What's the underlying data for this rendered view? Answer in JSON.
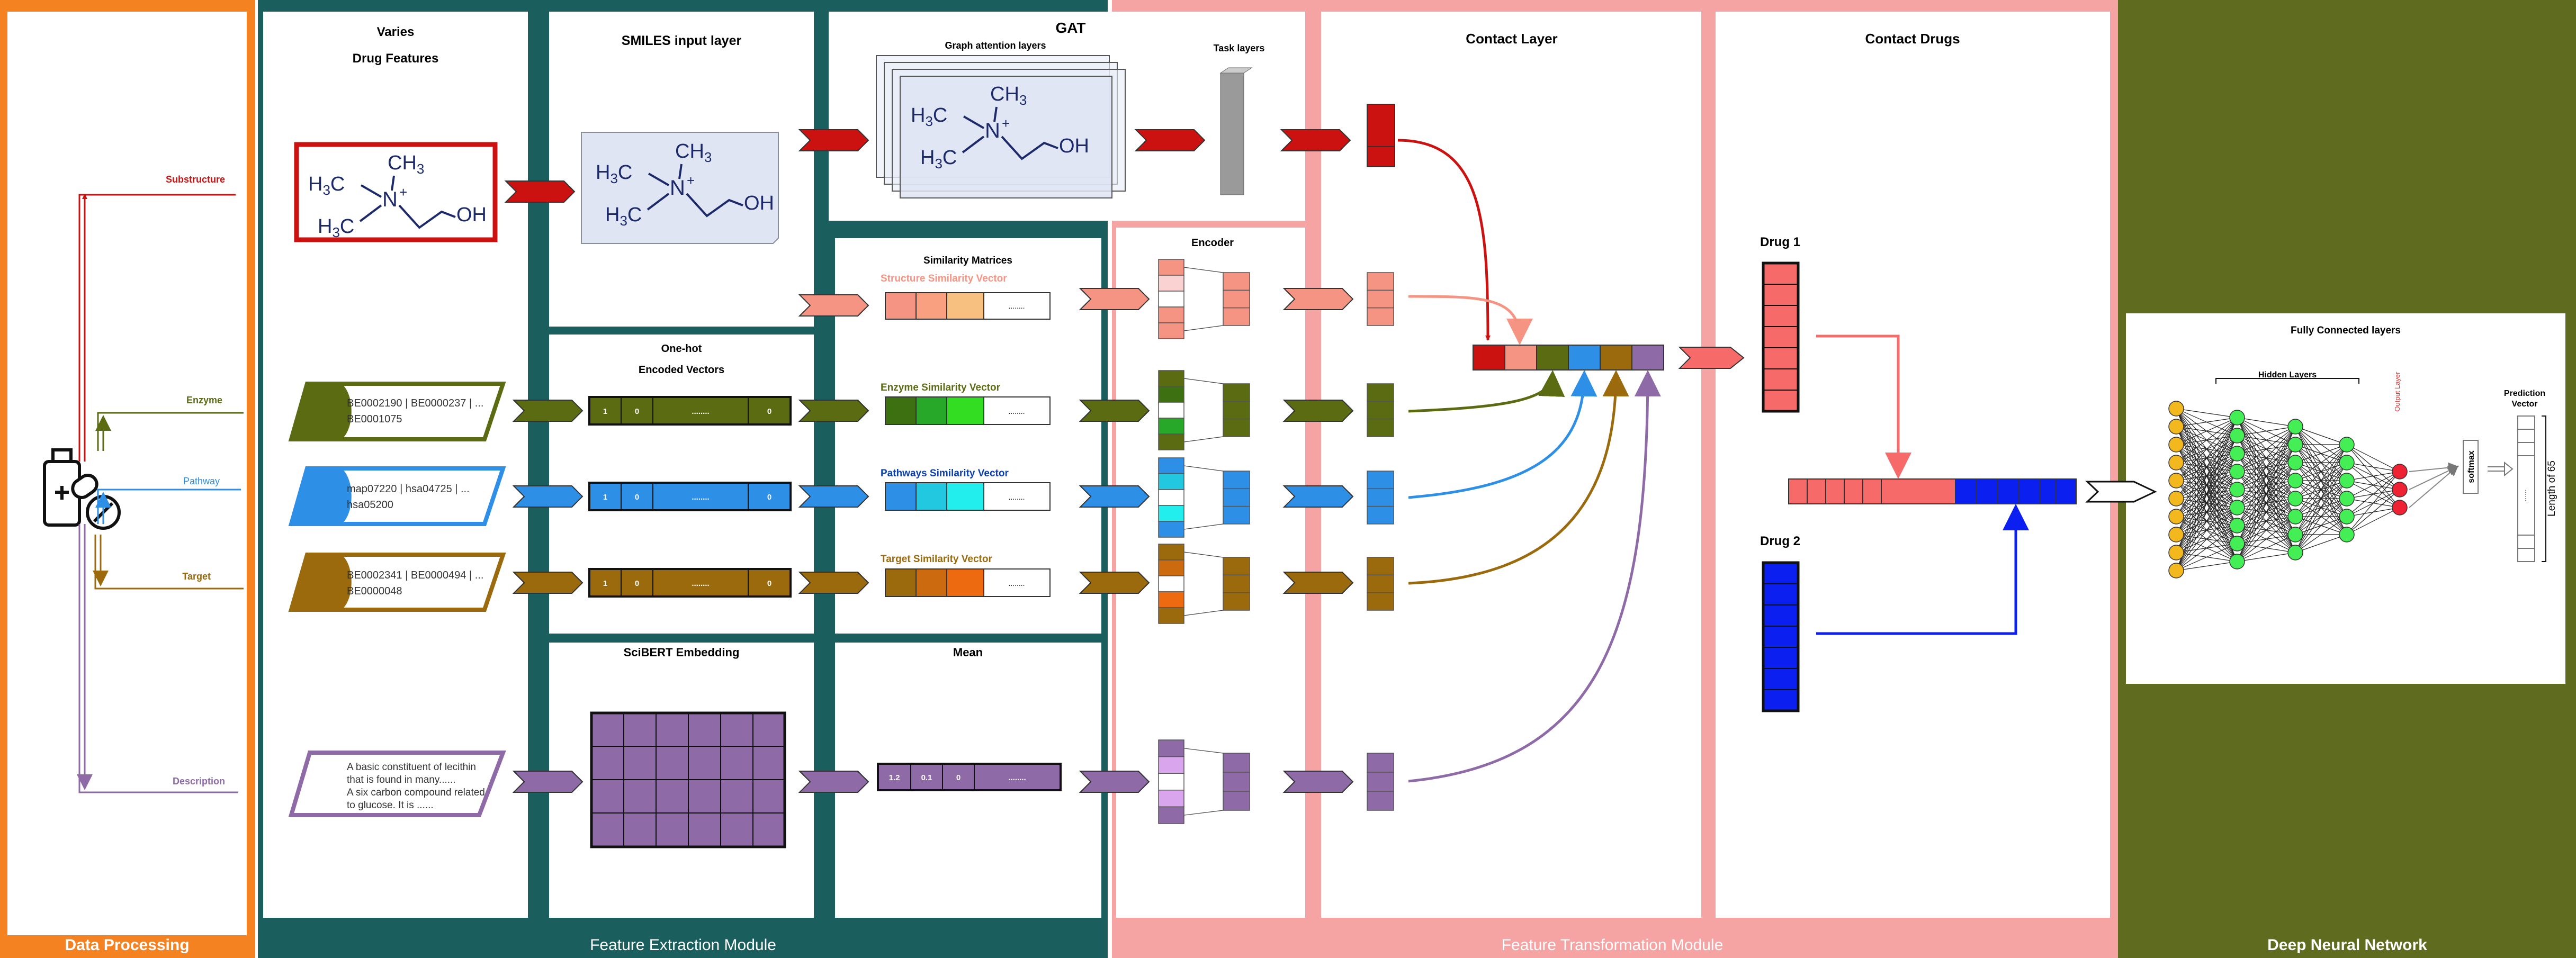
{
  "modules": {
    "data_processing": "Data Processing",
    "feature_extraction": "Feature Extraction Module",
    "feature_transformation": "Feature Transformation Module",
    "dnn": "Deep Neural Network"
  },
  "data_processing": {
    "branches": [
      "Substructure",
      "Enzyme",
      "Pathway",
      "Target",
      "Description"
    ]
  },
  "varies": {
    "title_line1": "Varies",
    "title_line2": "Drug Features",
    "enzyme_ids": [
      "BE0002190 | BE0000237 | ...",
      "BE0001075"
    ],
    "pathway_ids": [
      "map07220 | hsa04725 | ...",
      "hsa05200"
    ],
    "target_ids": [
      "BE0002341 | BE0000494 | ...",
      "BE0000048"
    ],
    "description": [
      "A basic constituent of lecithin",
      "that is found in many......",
      "A six carbon compound related",
      "to glucose. It is ......"
    ]
  },
  "smiles": {
    "title": "SMILES input layer"
  },
  "onehot": {
    "title_line1": "One-hot",
    "title_line2": "Encoded Vectors",
    "cells": [
      "1",
      "0",
      "........",
      "0"
    ]
  },
  "scibert": {
    "title": "SciBERT Embedding"
  },
  "gat": {
    "title": "GAT",
    "graph_label": "Graph attention layers",
    "task_label": "Task layers"
  },
  "similarity": {
    "title": "Similarity Matrices",
    "structure": "Structure Similarity Vector",
    "enzyme": "Enzyme Similarity Vector",
    "pathways": "Pathways Similarity Vector",
    "target": "Target Similarity Vector",
    "dots": "........"
  },
  "mean": {
    "title": "Mean",
    "cells": [
      "1.2",
      "0.1",
      "0",
      "........"
    ]
  },
  "encoder": {
    "title": "Encoder"
  },
  "contact_layer": {
    "title": "Contact Layer"
  },
  "contact_drugs": {
    "title": "Contact Drugs",
    "drug1": "Drug 1",
    "drug2": "Drug 2"
  },
  "dnn": {
    "title": "Fully Connected layers",
    "hidden": "Hidden Layers",
    "output": "Output Layer",
    "prediction_line1": "Prediction",
    "prediction_line2": "Vector",
    "softmax": "softmax",
    "length": "Length of 65",
    "dots": "......"
  },
  "molecule": {
    "h3c_top": "H3C",
    "ch3": "CH3",
    "n_plus": "N+",
    "h3c_bottom": "H3C",
    "oh": "OH"
  },
  "colors": {
    "orange": "#f58220",
    "teal": "#1b5e5e",
    "salmon": "#f6a3a3",
    "olive": "#5f6b1e",
    "red": "#cc1111",
    "enzyme": "#5a6b12",
    "pathway": "#2e8fe6",
    "target": "#9a6a0c",
    "description": "#8e6aa6",
    "structure": "#f59483",
    "drug1": "#f76a6a",
    "drug2": "#0a1ff0"
  }
}
